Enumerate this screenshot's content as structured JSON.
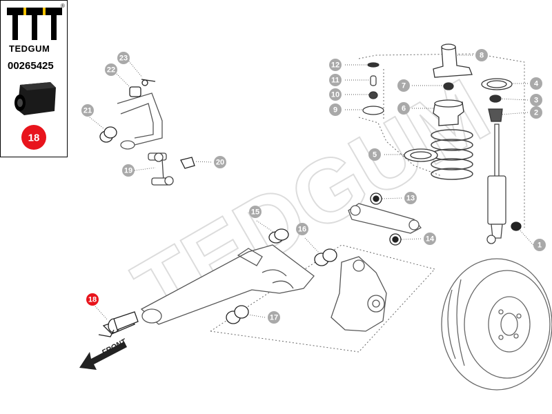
{
  "brand": {
    "name": "TEDGUM",
    "registered": "®"
  },
  "part_number": "00265425",
  "highlight_item": "18",
  "watermark": "TEDGUM",
  "front_label": "FRONT",
  "colors": {
    "callout": "#a9a9a9",
    "highlight": "#e8141c",
    "line": "#333333"
  },
  "callouts": [
    "1",
    "2",
    "3",
    "4",
    "5",
    "6",
    "7",
    "8",
    "9",
    "10",
    "11",
    "12",
    "13",
    "14",
    "15",
    "16",
    "17",
    "18",
    "19",
    "20",
    "21",
    "22",
    "23"
  ]
}
